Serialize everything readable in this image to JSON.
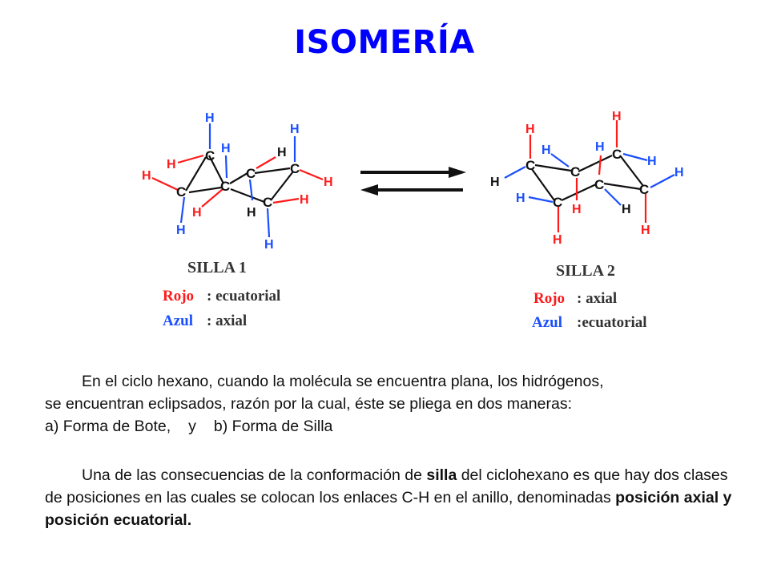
{
  "title": "ISOMERÍA",
  "colors": {
    "title": "#0000ff",
    "red": "#ff1a1a",
    "blue": "#1a4fff",
    "bond": "#111111"
  },
  "silla1": {
    "name": "SILLA 1",
    "rows": [
      {
        "label": "Rojo",
        "value": ": ecuatorial"
      },
      {
        "label": "Azul",
        "value": ": axial"
      }
    ]
  },
  "silla2": {
    "name": "SILLA 2",
    "rows": [
      {
        "label": "Rojo",
        "value": ": axial"
      },
      {
        "label": "Azul",
        "value": ":ecuatorial"
      }
    ]
  },
  "atoms": {
    "carbon": "C",
    "hydrogen": "H"
  },
  "paragraph1": {
    "line1": "En el ciclo hexano, cuando la molécula se encuentra plana, los hidrógenos,",
    "line2": "se encuentran  eclipsados, razón por la cual, éste se pliega en dos maneras:",
    "option_a": "a)  Forma de Bote,",
    "connector": "y",
    "option_b": "b)  Forma de Silla"
  },
  "paragraph2": {
    "part1": "Una de las consecuencias de la conformación de ",
    "bold1": "silla",
    "part2": " del ciclohexano es que hay dos clases de posiciones en las cuales se colocan los enlaces C-H en el anillo, denominadas ",
    "bold2": "posición axial y posición ecuatorial."
  }
}
